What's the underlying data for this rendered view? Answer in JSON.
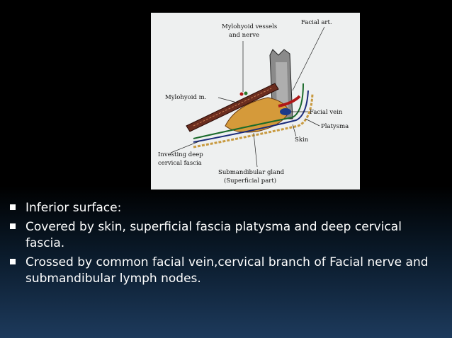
{
  "figure": {
    "labels": {
      "mylohyoid_vessels": "Mylohyoid vessels",
      "and_nerve": "and nerve",
      "facial_art": "Facial art.",
      "mylohyoid_m": "Mylohyoid m.",
      "facial_vein": "Facial vein",
      "platysma": "Platysma",
      "skin": "Skin",
      "investing_deep": "Investing deep",
      "cervical_fascia": "cervical fascia",
      "submandibular_gland": "Submandibular gland",
      "superficial_part": "(Superficial part)"
    }
  },
  "bullets": [
    "Inferior surface:",
    "Covered  by  skin, superficial fascia platysma and deep cervical fascia.",
    "Crossed by common facial vein,cervical branch of Facial nerve and submandibular lymph nodes."
  ]
}
